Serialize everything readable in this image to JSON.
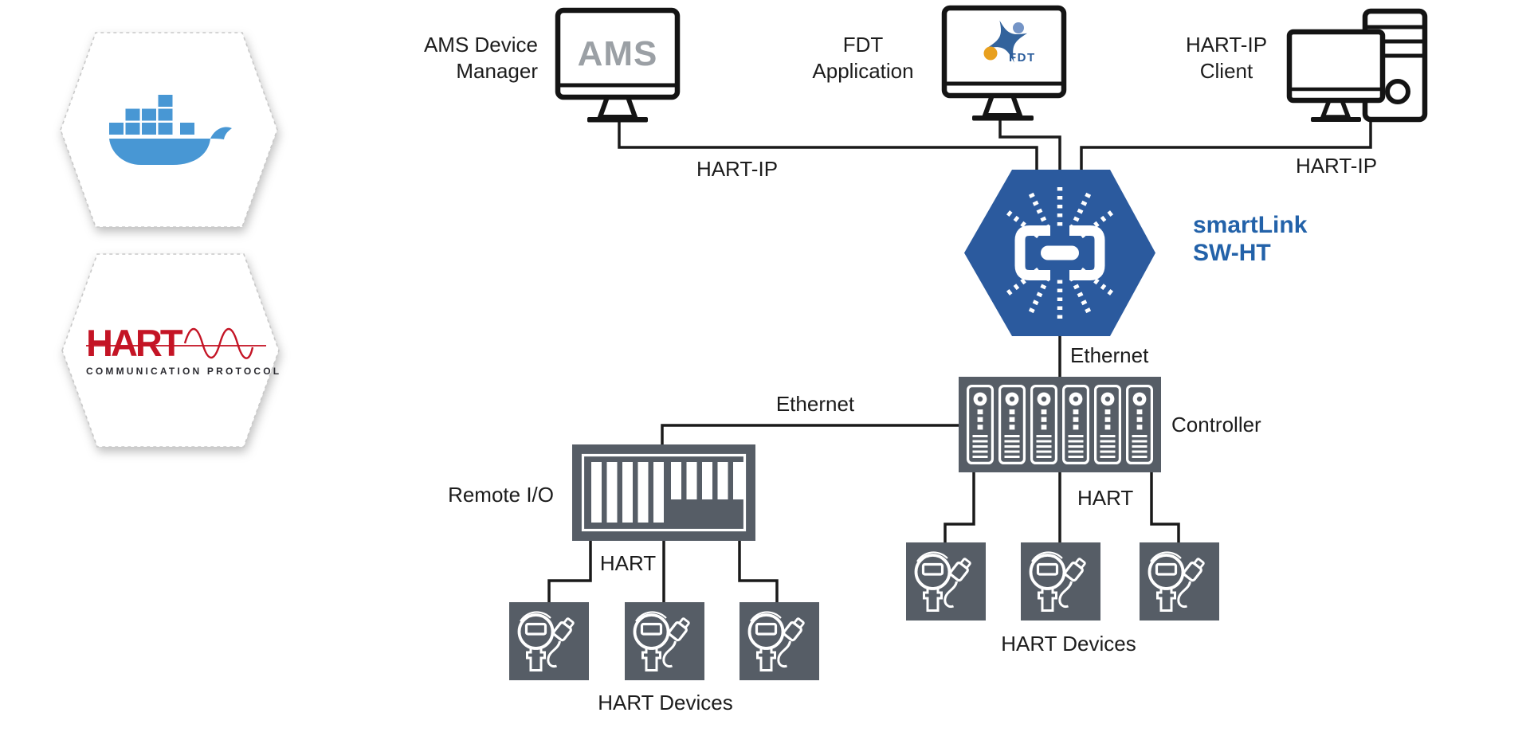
{
  "colors": {
    "line": "#1a1a1a",
    "unit_gray": "#565d66",
    "hex_blue": "#2b5a9e",
    "smartlink_blue": "#2362a9",
    "docker_blue": "#4897d4",
    "hart_red": "#c41425",
    "ams_gray": "#9ba0a5",
    "fdt_star_blue": "#33639c",
    "fdt_orange": "#e8a01f"
  },
  "icons": {
    "gateway": "chain-link-icon",
    "docker": "docker-whale-icon",
    "hart_badge": "hart-protocol-logo",
    "ams": "monitor-icon",
    "fdt": "monitor-icon",
    "client": "desktop-computer-icon",
    "controller": "controller-rack-icon",
    "remote_io": "remote-io-rack-icon",
    "hart_device": "pressure-transmitter-icon"
  },
  "badges": {
    "hart": {
      "word": "HART",
      "subtitle": "COMMUNICATION PROTOCOL"
    }
  },
  "nodes": {
    "ams": {
      "label": "AMS Device\nManager",
      "screen_text": "AMS"
    },
    "fdt": {
      "label": "FDT\nApplication",
      "screen_text": "FDT"
    },
    "client": {
      "label": "HART-IP\nClient"
    },
    "gateway": {
      "label": "smartLink\nSW-HT"
    },
    "controller": {
      "label": "Controller"
    },
    "remote_io": {
      "label": "Remote I/O"
    },
    "hart_devices_left": {
      "label": "HART Devices"
    },
    "hart_devices_right": {
      "label": "HART Devices"
    }
  },
  "links": {
    "hartip_left": "HART-IP",
    "hartip_right": "HART-IP",
    "ethernet_top": "Ethernet",
    "ethernet_left": "Ethernet",
    "hart_left": "HART",
    "hart_right": "HART"
  }
}
